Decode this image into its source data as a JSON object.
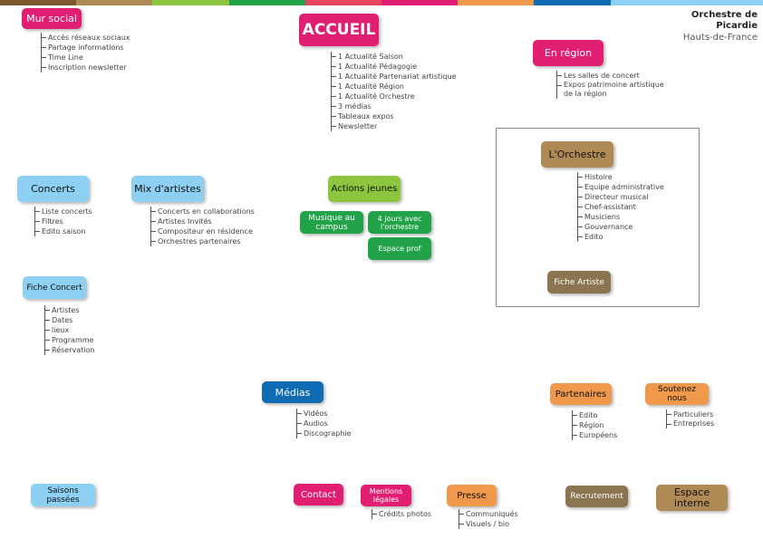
{
  "brand": {
    "line1": "Orchestre de",
    "line2": "Picardie",
    "line3": "Hauts-de-France"
  },
  "top_bar_colors": [
    "#7a5a2e",
    "#b08a55",
    "#8cc63f",
    "#22a34a",
    "#e8455f",
    "#e01f73",
    "#f0984b",
    "#0f6bb3",
    "#8dd0f3",
    "#8dd0f3"
  ],
  "nodes": {
    "mur_social": {
      "label": "Mur social",
      "items": [
        "Accès réseaux sociaux",
        "Partage informations",
        "Time Line",
        "Inscription newsletter"
      ]
    },
    "accueil": {
      "label": "ACCUEIL",
      "items": [
        "1 Actualité Saison",
        "1 Actualité Pédagogie",
        "1 Actualité Partenariat artistique",
        "1 Actualité Région",
        "1 Actualité Orchestre",
        "3 médias",
        "Tableaux expos",
        "Newsletter"
      ]
    },
    "en_region": {
      "label": "En région",
      "items": [
        "Les salles de concert",
        "Expos patrimoine artistique de la région"
      ]
    },
    "concerts": {
      "label": "Concerts",
      "items": [
        "Liste concerts",
        "Filtres",
        "Edito saison"
      ]
    },
    "mix_artistes": {
      "label": "Mix d'artistes",
      "items": [
        "Concerts en collaborations",
        "Artistes Invités",
        "Compositeur en résidence",
        "Orchestres partenaires"
      ]
    },
    "actions_jeunes": {
      "label": "Actions jeunes"
    },
    "musique_campus": {
      "label": "Musique au campus"
    },
    "quatre_jours": {
      "label": "4 jours avec l'orchestre"
    },
    "espace_prof": {
      "label": "Espace prof"
    },
    "orchestre": {
      "label": "L'Orchestre",
      "items": [
        "Histoire",
        "Equipe administrative",
        "Directeur musical",
        "Chef-assistant",
        "Musiciens",
        "Gouvernance",
        "Edito"
      ]
    },
    "fiche_artiste": {
      "label": "Fiche Artiste"
    },
    "fiche_concert": {
      "label": "Fiche Concert",
      "items": [
        "Artistes",
        "Dates",
        "lieux",
        "Programme",
        "Réservation"
      ]
    },
    "medias": {
      "label": "Médias",
      "items": [
        "Vidéos",
        "Audios",
        "Discographie"
      ]
    },
    "partenaires": {
      "label": "Partenaires",
      "items": [
        "Edito",
        "Région",
        "Européens"
      ]
    },
    "soutenez": {
      "label": "Soutenez nous",
      "items": [
        "Particuliers",
        "Entreprises"
      ]
    },
    "saisons": {
      "label": "Saisons passées"
    },
    "contact": {
      "label": "Contact"
    },
    "mentions": {
      "label": "Mentions légales",
      "items": [
        "Crédits photos"
      ]
    },
    "presse": {
      "label": "Presse",
      "items": [
        "Communiqués",
        "Visuels / bio"
      ]
    },
    "recrutement": {
      "label": "Recrutement"
    },
    "espace_interne": {
      "label": "Espace interne"
    }
  }
}
